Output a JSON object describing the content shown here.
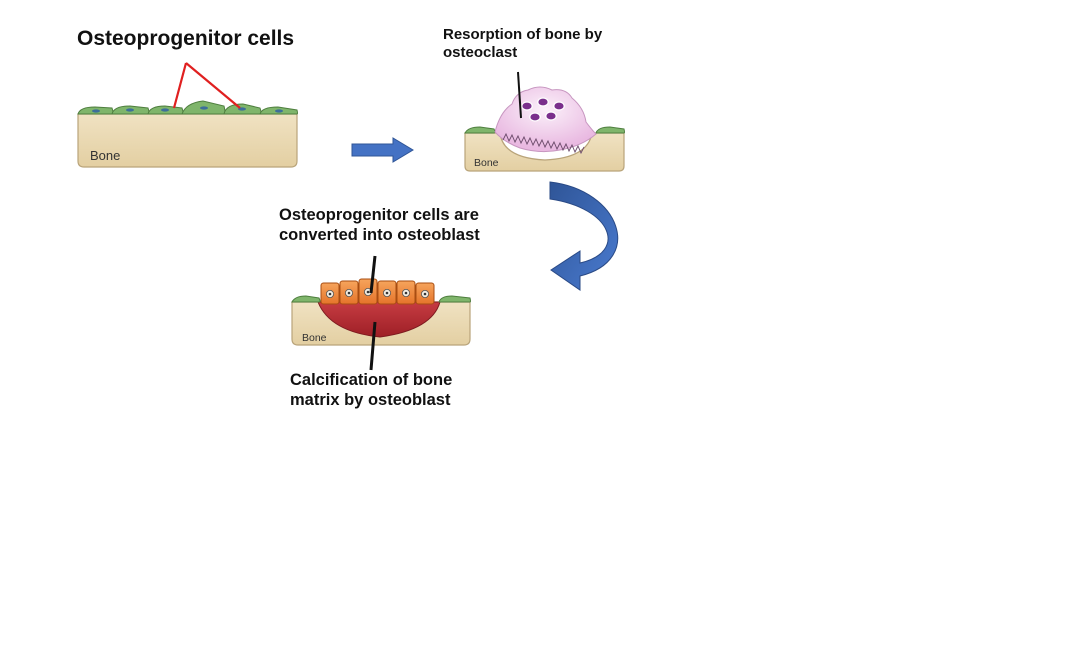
{
  "labels": {
    "osteoprogenitor": "Osteoprogenitor cells",
    "resorption": {
      "line1": "Resorption of bone by",
      "line2": "osteoclast"
    },
    "conversion": {
      "line1": "Osteoprogenitor cells are",
      "line2": "converted into osteoblast"
    },
    "calcification": {
      "line1": "Calcification of bone",
      "line2": "matrix by osteoblast"
    }
  },
  "panels": {
    "panel1_bone": "Bone",
    "panel2_bone": "Bone",
    "panel3_bone": "Bone"
  },
  "colors": {
    "bone_fill": "#ecdcb8",
    "lining_cell": "#7fb56b",
    "osteoclast": "#f3d6ee",
    "osteoclast_nuclei": "#7a2f8c",
    "osteoblast": "#f08a3c",
    "new_matrix": "#c0343a",
    "arrow": "#4472c4",
    "pointer_red": "#e02020"
  }
}
